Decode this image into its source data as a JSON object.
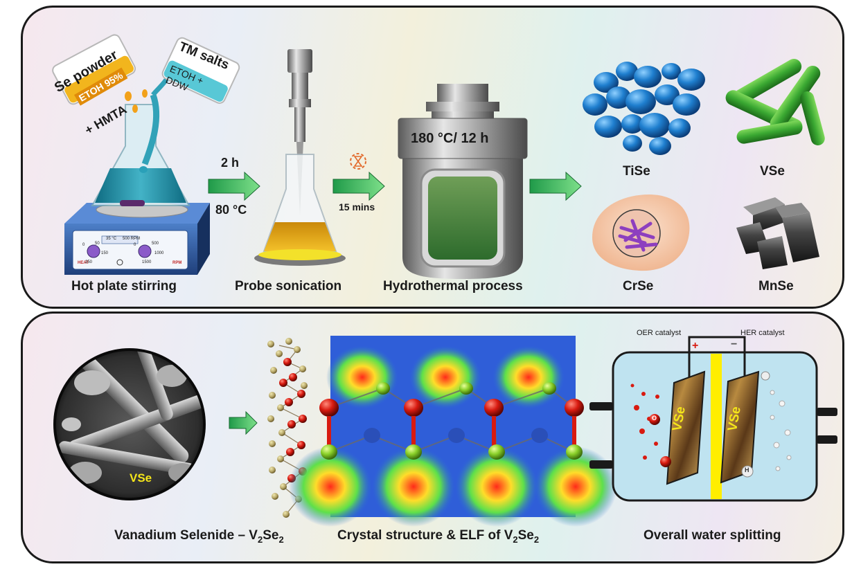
{
  "top": {
    "steps": [
      {
        "caption": "Hot plate stirring"
      },
      {
        "caption": "Probe sonication"
      },
      {
        "caption": "Hydrothermal process"
      }
    ],
    "reagents": {
      "se_powder": "Se powder",
      "ethanol_label": "ETOH 95%",
      "hmta": "+ HMTA",
      "tm_salts": "TM salts",
      "solvent_line1": "ETOH +",
      "solvent_line2": "DDW"
    },
    "hotplate": {
      "temp_display": "35 °C",
      "rpm_display": "500 RPM",
      "heat_label": "HEAT",
      "rpm_label": "RPM",
      "dial_left": [
        "0",
        "50",
        "150",
        "250"
      ],
      "dial_right": [
        "0",
        "500",
        "1000",
        "1500"
      ]
    },
    "arrow1": {
      "line1": "2 h",
      "line2": "80 °C"
    },
    "arrow2": {
      "time": "15 mins"
    },
    "autoclave_condition": "180 °C/ 12 h",
    "products": [
      "TiSe",
      "VSe",
      "CrSe",
      "MnSe"
    ],
    "colors": {
      "arrow": "#2fb05a",
      "tise": "#1e6fb8",
      "vse": "#3aa832",
      "crse": "#9a4fc0",
      "mnse": "#3a3a3a"
    }
  },
  "bottom": {
    "sem_label": "VSe",
    "caption_vse_prefix": "Vanadium Selenide – V",
    "caption_vse_sub1": "2",
    "caption_vse_mid": "Se",
    "caption_vse_sub2": "2",
    "caption_elf_prefix": "Crystal structure & ELF of V",
    "caption_elf_sub1": "2",
    "caption_elf_mid": "Se",
    "caption_elf_sub2": "2",
    "cell": {
      "oer_label": "OER catalyst",
      "her_label": "HER catalyst",
      "plus": "+",
      "minus": "−",
      "anode_label": "VSe",
      "cathode_label": "VSe",
      "o_bubble": "O",
      "h_bubble": "H"
    },
    "caption_ws": "Overall water splitting"
  }
}
